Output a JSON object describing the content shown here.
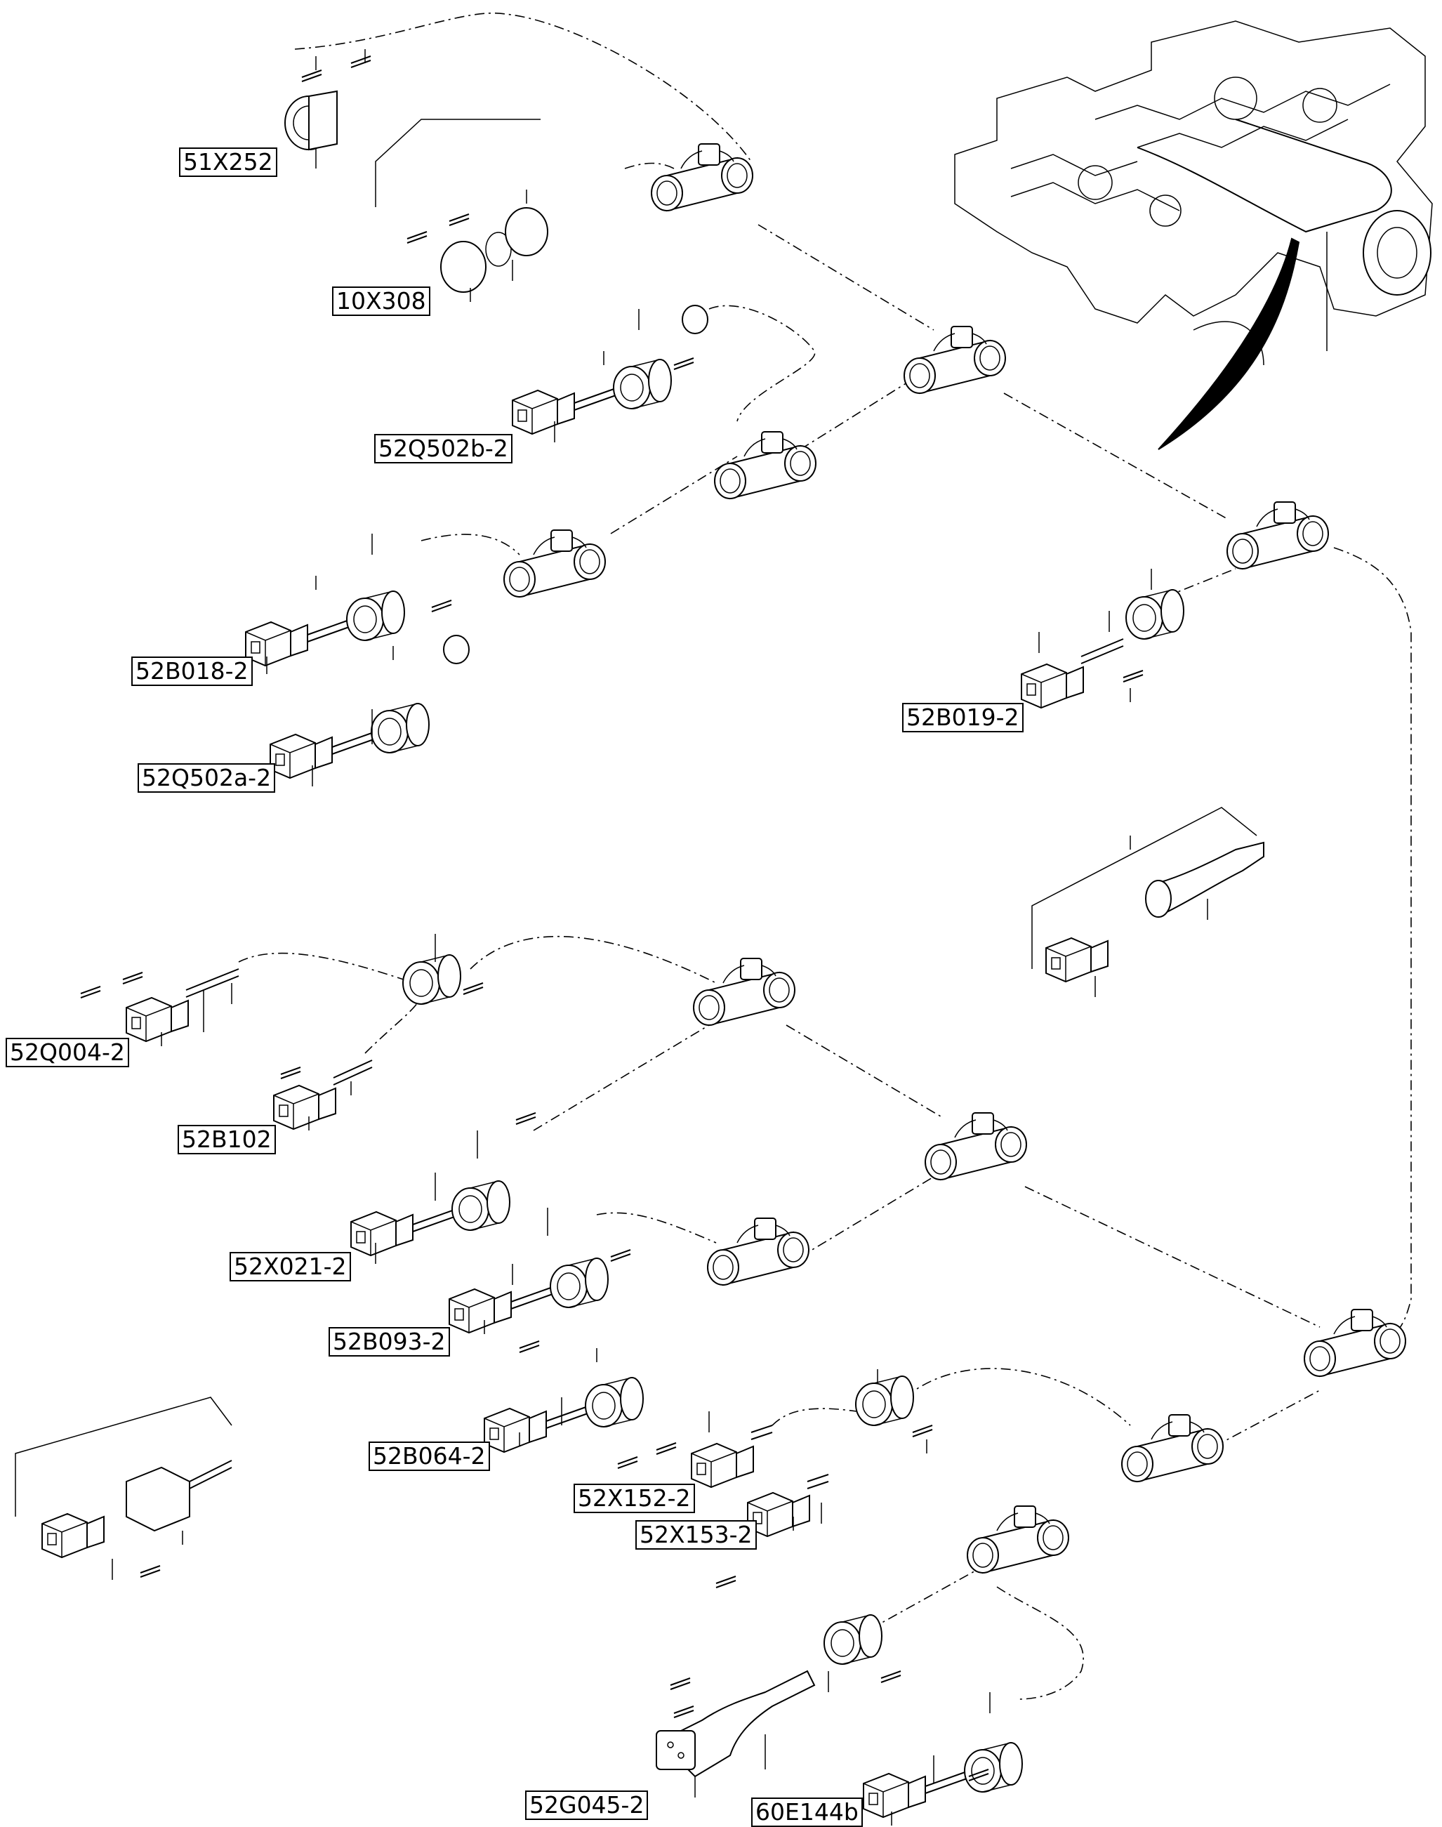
{
  "labels": {
    "51X252": "51X252",
    "10X308": "10X308",
    "52Q502b_2": "52Q502b-2",
    "52B018_2": "52B018-2",
    "52Q502a_2": "52Q502a-2",
    "52B019_2": "52B019-2",
    "52Q004_2": "52Q004-2",
    "52B102": "52B102",
    "52X021_2": "52X021-2",
    "52B093_2": "52B093-2",
    "52B064_2": "52B064-2",
    "52X152_2": "52X152-2",
    "52X153_2": "52X153-2",
    "52G045_2": "52G045-2",
    "60E144b": "60E144b"
  }
}
